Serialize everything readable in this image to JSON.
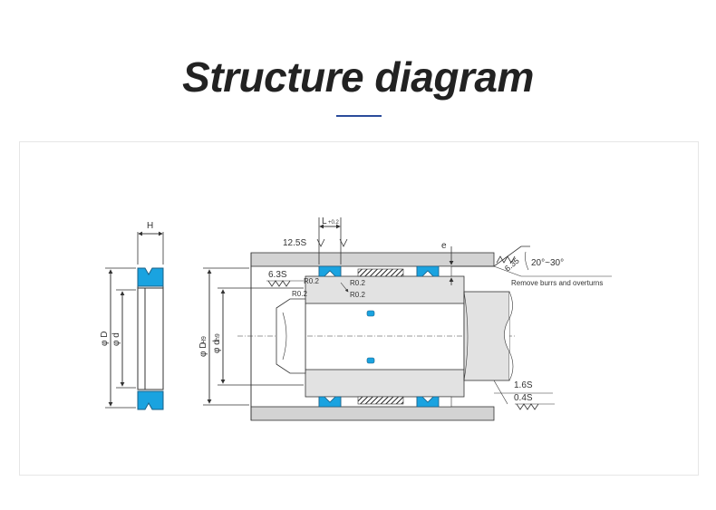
{
  "header": {
    "title": "Structure diagram"
  },
  "diagram": {
    "labels": {
      "H": "H",
      "phiD": "φ D",
      "phid": "φ d",
      "phiDH9": "φ D",
      "H9": "H9",
      "phidh9": "φ d",
      "h9": "h9",
      "L": "L",
      "Ltol": "+0.2",
      "s125": "12.5S",
      "s63": "6.3S",
      "R02a": "R0.2",
      "R02b": "R0.2",
      "R02c": "R0.2",
      "R02d": "R0.2",
      "e": "e",
      "s635": "6.35",
      "angle": "20°~30°",
      "burrs": "Remove burrs and overturns",
      "s16": "1.6S",
      "s04": "0.4S"
    },
    "colors": {
      "seal": "#1aa3e0",
      "body": "#d3d3d3",
      "line": "#333333"
    }
  }
}
